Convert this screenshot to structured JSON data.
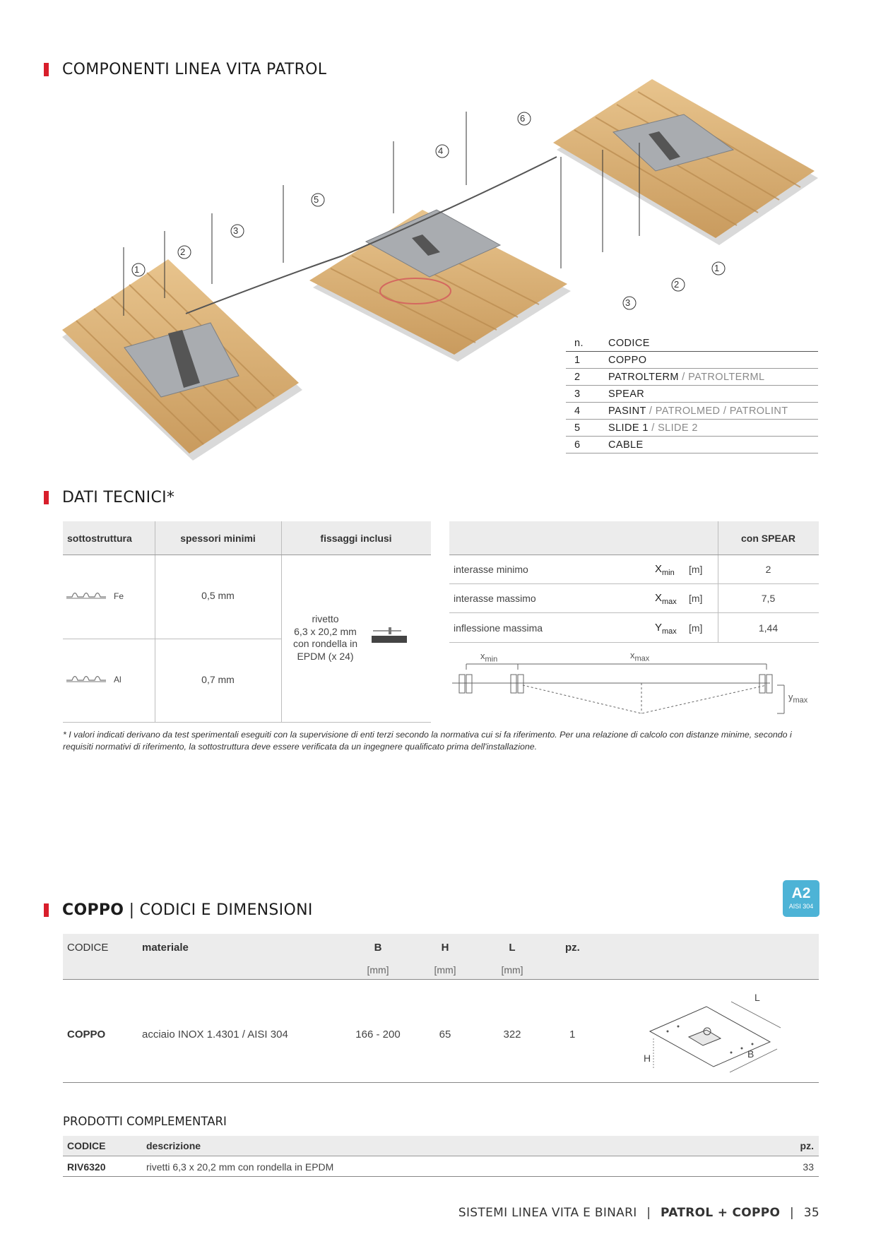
{
  "section1": {
    "title": "COMPONENTI LINEA VITA PATROL"
  },
  "legend": {
    "header": {
      "n": "n.",
      "code": "CODICE"
    },
    "rows": [
      {
        "n": "1",
        "main": "COPPO",
        "alt": ""
      },
      {
        "n": "2",
        "main": "PATROLTERM",
        "alt": " / PATROLTERML"
      },
      {
        "n": "3",
        "main": "SPEAR",
        "alt": ""
      },
      {
        "n": "4",
        "main": "PASINT",
        "alt": " / PATROLMED / PATROLINT"
      },
      {
        "n": "5",
        "main": "SLIDE 1",
        "alt": " / SLIDE 2"
      },
      {
        "n": "6",
        "main": "CABLE",
        "alt": ""
      }
    ]
  },
  "callouts": [
    "1",
    "2",
    "3",
    "4",
    "5",
    "6",
    "1",
    "2",
    "3"
  ],
  "section2": {
    "title": "DATI TECNICI*"
  },
  "tech_left": {
    "headers": [
      "sottostruttura",
      "spessori minimi",
      "fissaggi inclusi"
    ],
    "rows": [
      {
        "material": "Fe",
        "thickness": "0,5 mm"
      },
      {
        "material": "Al",
        "thickness": "0,7 mm"
      }
    ],
    "fixing": [
      "rivetto",
      "6,3 x 20,2 mm",
      "con rondella in",
      "EPDM (x 24)"
    ]
  },
  "tech_right": {
    "header": "con SPEAR",
    "rows": [
      {
        "label": "interasse minimo",
        "sym": "X",
        "sub": "min",
        "unit": "[m]",
        "value": "2"
      },
      {
        "label": "interasse massimo",
        "sym": "X",
        "sub": "max",
        "unit": "[m]",
        "value": "7,5"
      },
      {
        "label": "inflessione massima",
        "sym": "Y",
        "sub": "max",
        "unit": "[m]",
        "value": "1,44"
      }
    ],
    "diagram": {
      "xmin": "x",
      "xmin_sub": "min",
      "xmax": "x",
      "xmax_sub": "max",
      "ymax": "y",
      "ymax_sub": "max"
    }
  },
  "note": "* I valori indicati derivano da test sperimentali eseguiti con la supervisione di enti terzi secondo la normativa cui si fa riferimento. Per una relazione di calcolo con distanze minime, secondo i requisiti normativi di riferimento, la sottostruttura deve essere verificata da un ingegnere qualificato prima dell'installazione.",
  "badge": {
    "big": "A2",
    "small": "AISI 304"
  },
  "section3": {
    "title_bold": "COPPO",
    "title_rest": " | CODICI E DIMENSIONI"
  },
  "codes_table": {
    "headers": [
      "CODICE",
      "materiale",
      "B",
      "H",
      "L",
      "pz."
    ],
    "units": [
      "[mm]",
      "[mm]",
      "[mm]"
    ],
    "row": {
      "code": "COPPO",
      "material": "acciaio INOX 1.4301 / AISI 304",
      "B": "166 - 200",
      "H": "65",
      "L": "322",
      "pz": "1"
    },
    "dim_labels": {
      "L": "L",
      "H": "H",
      "B": "B"
    }
  },
  "complementari": {
    "title": "PRODOTTI COMPLEMENTARI",
    "headers": [
      "CODICE",
      "descrizione",
      "pz."
    ],
    "row": {
      "code": "RIV6320",
      "desc": "rivetti 6,3 x 20,2 mm con rondella in EPDM",
      "pz": "33"
    }
  },
  "footer": {
    "left": "SISTEMI LINEA VITA E BINARI",
    "sep": "|",
    "bold": "PATROL + COPPO",
    "sep2": "|",
    "page": "35"
  }
}
